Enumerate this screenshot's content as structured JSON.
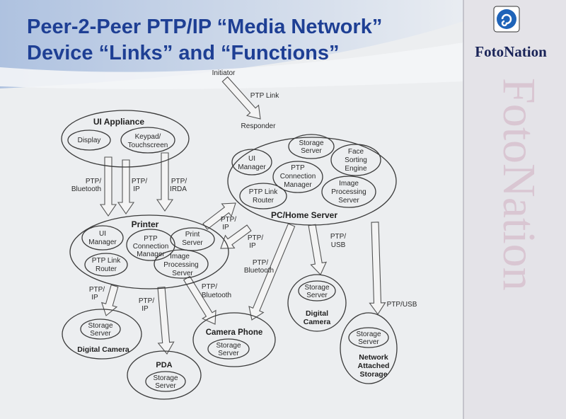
{
  "title": {
    "line1": "Peer-2-Peer PTP/IP “Media Network”",
    "line2": "Device “Links” and “Functions”"
  },
  "brand": {
    "logo_text": "FotoNation",
    "watermark": "FotoNation"
  },
  "legend": {
    "initiator": "Initiator",
    "link": "PTP Link",
    "responder": "Responder"
  },
  "nodes": {
    "ui_appliance": {
      "title": "UI Appliance",
      "display": "Display",
      "keypad": [
        "Keypad/",
        "Touchscreen"
      ]
    },
    "printer": {
      "title": "Printer",
      "ui_manager": [
        "UI",
        "Manager"
      ],
      "connection_manager": [
        "PTP",
        "Connection",
        "Manager"
      ],
      "print_server": [
        "Print",
        "Server"
      ],
      "link_router": [
        "PTP Link",
        "Router"
      ],
      "image_processing": [
        "Image",
        "Processing",
        "Server"
      ]
    },
    "pc_server": {
      "title": "PC/Home Server",
      "storage_server": [
        "Storage",
        "Server"
      ],
      "face_sorting": [
        "Face",
        "Sorting",
        "Engine"
      ],
      "ui_manager": [
        "UI",
        "Manager"
      ],
      "connection_manager": [
        "PTP",
        "Connection",
        "Manager"
      ],
      "link_router": [
        "PTP Link",
        "Router"
      ],
      "image_processing": [
        "Image",
        "Processing",
        "Server"
      ]
    },
    "digital_camera_left": {
      "title": "Digital Camera",
      "storage": [
        "Storage",
        "Server"
      ]
    },
    "pda": {
      "title": "PDA",
      "storage": [
        "Storage",
        "Server"
      ]
    },
    "camera_phone": {
      "title": "Camera Phone",
      "storage": [
        "Storage",
        "Server"
      ]
    },
    "digital_camera_right": {
      "title": [
        "Digital",
        "Camera"
      ],
      "storage": [
        "Storage",
        "Server"
      ]
    },
    "nas": {
      "title": [
        "Network",
        "Attached",
        "Storage"
      ],
      "storage": [
        "Storage",
        "Server"
      ]
    }
  },
  "links": {
    "ui_bt": [
      "PTP/",
      "Bluetooth"
    ],
    "ui_ip": [
      "PTP/",
      "IP"
    ],
    "ui_irda": [
      "PTP/",
      "IRDA"
    ],
    "printer_pc_ip": [
      "PTP/",
      "IP"
    ],
    "pc_printer_ip": [
      "PTP/",
      "IP"
    ],
    "printer_cam_ip": [
      "PTP/",
      "IP"
    ],
    "printer_pda_ip": [
      "PTP/",
      "IP"
    ],
    "printer_phone_bt": [
      "PTP/",
      "Bluetooth"
    ],
    "pc_phone_bt": [
      "PTP/",
      "Bluetooth"
    ],
    "pc_cam_usb": [
      "PTP/",
      "USB"
    ],
    "pc_nas_usb": "PTP/USB"
  }
}
